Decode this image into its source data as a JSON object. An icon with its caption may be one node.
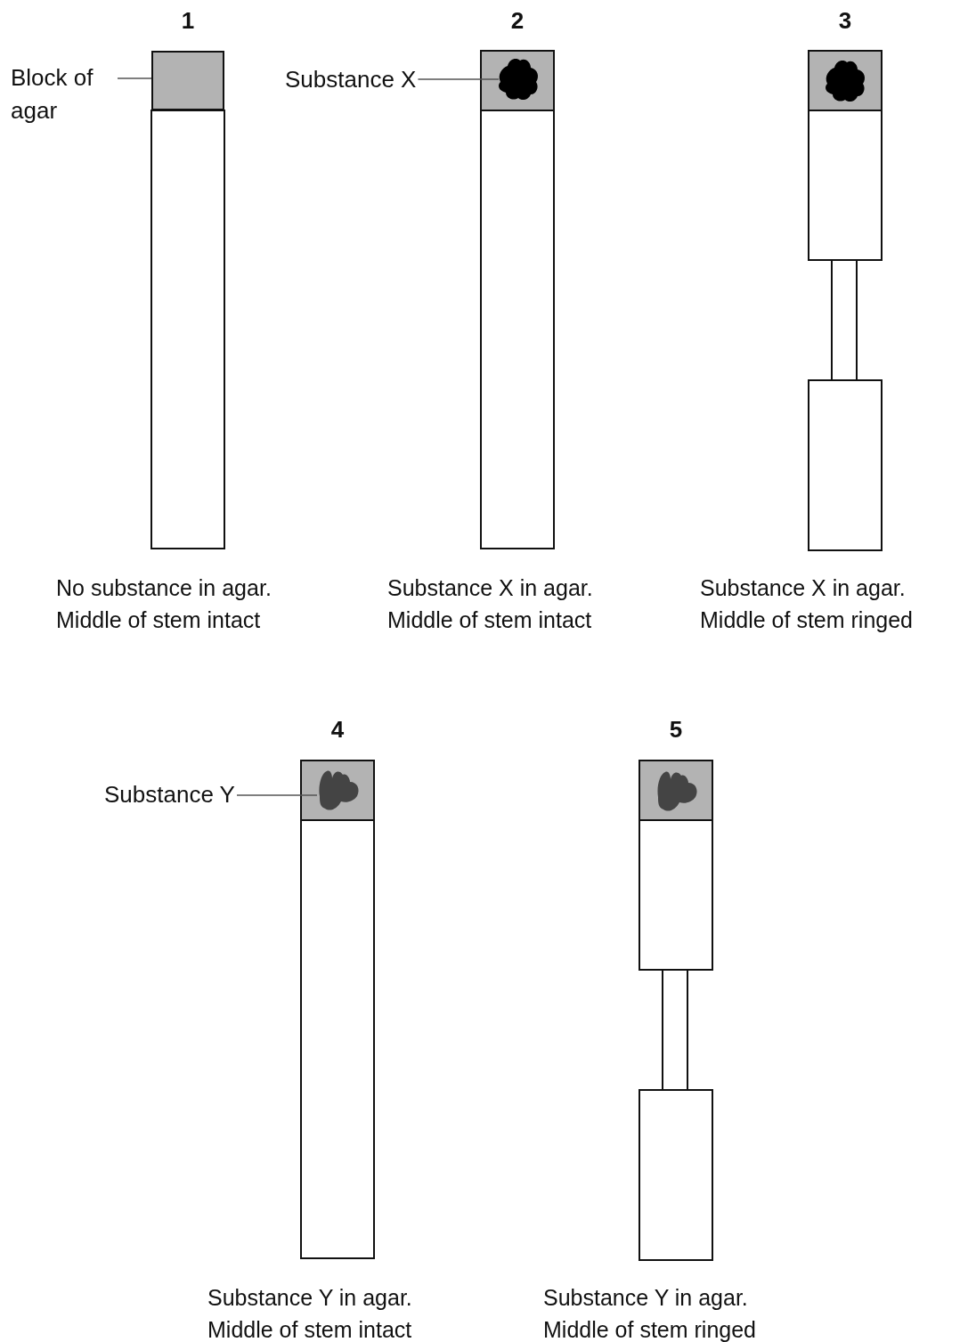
{
  "diagram": {
    "nodes": [
      {
        "text": [
          "Block of agar"
        ]
      },
      {
        "text": [],
        "shape": "box"
      },
      {
        "text": [
          "Substance X"
        ]
      },
      {
        "text": [],
        "shape": "cloud"
      },
      {
        "text": [
          "Substance Y"
        ]
      },
      {
        "text": [],
        "shape": "cloud"
      }
    ],
    "edges": [
      {
        "from": 0,
        "to": 1,
        "arrow": "none"
      },
      {
        "from": 2,
        "to": 3,
        "arrow": "none"
      },
      {
        "from": 4,
        "to": 5,
        "arrow": "none"
      }
    ],
    "labels": [
      "1",
      "2",
      "3",
      "No substance in agar. Middle of stem intact",
      "Substance X in agar. Middle of stem intact",
      "Substance X in agar. Middle of stem ringed",
      "4",
      "5",
      "Substance Y in agar. Middle of stem intact",
      "Substance Y in agar. Middle of stem ringed"
    ]
  }
}
